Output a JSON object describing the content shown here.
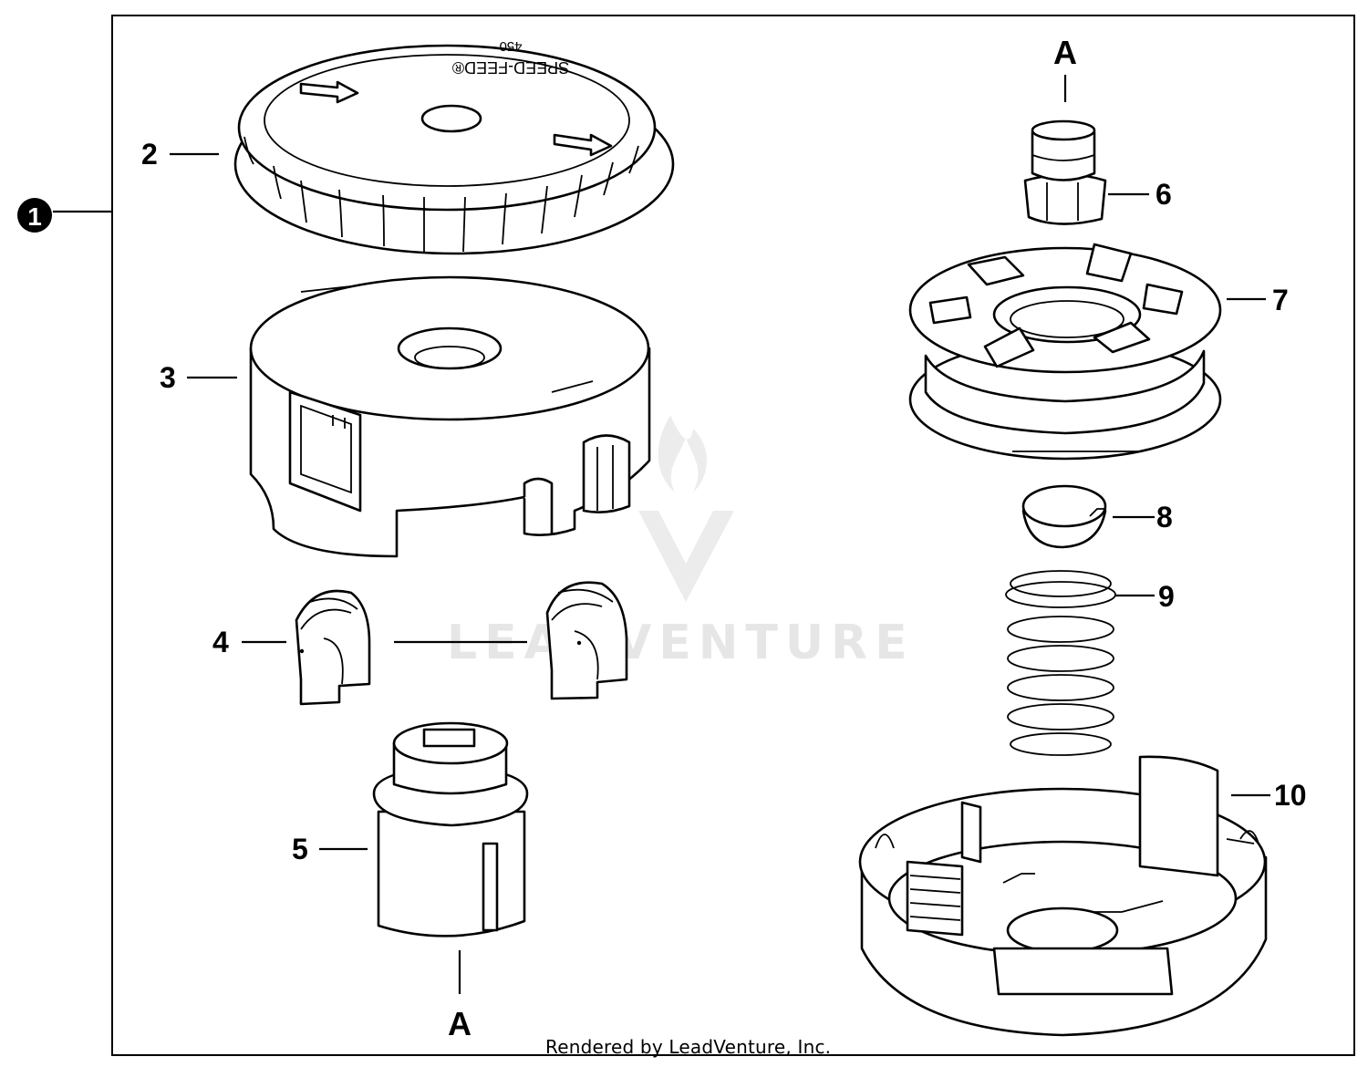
{
  "assembly": {
    "number": "1"
  },
  "callouts": [
    {
      "id": "2",
      "label": "2"
    },
    {
      "id": "3",
      "label": "3"
    },
    {
      "id": "4",
      "label": "4"
    },
    {
      "id": "5",
      "label": "5"
    },
    {
      "id": "6",
      "label": "6"
    },
    {
      "id": "7",
      "label": "7"
    },
    {
      "id": "8",
      "label": "8"
    },
    {
      "id": "9",
      "label": "9"
    },
    {
      "id": "10",
      "label": "10"
    }
  ],
  "reference_letters": {
    "top": "A",
    "bottom": "A"
  },
  "cover_text": {
    "brand": "SPEED-FEED®",
    "model": "450"
  },
  "watermark": {
    "text": "LEADVENTURE"
  },
  "footer": {
    "text": "Rendered by LeadVenture, Inc."
  }
}
